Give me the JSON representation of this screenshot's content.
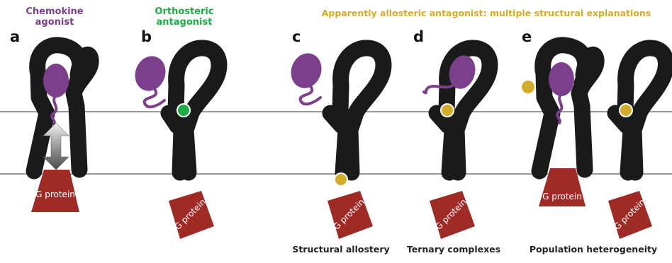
{
  "headers": {
    "agonist": "Chemokine agonist",
    "orthosteric": "Orthosteric antagonist",
    "allosteric": "Apparently allosteric antagonist: multiple structural explanations"
  },
  "panels": [
    "a",
    "b",
    "c",
    "d",
    "e"
  ],
  "captions": {
    "c": "Structural allostery",
    "d": "Ternary complexes",
    "e": "Population heterogeneity"
  },
  "g_protein_label": "G protein",
  "colors": {
    "receptor": "#1a1a1a",
    "chemokine": "#7b3f8c",
    "orthosteric_antagonist": "#1fab45",
    "allosteric_antagonist": "#d4ac2b",
    "g_protein": "#9e2b25",
    "membrane": "#9a9a9a",
    "header_agonist": "#7b3f8c",
    "header_orthosteric": "#1fab45",
    "header_allosteric": "#d4ac2b"
  },
  "icons": [
    "receptor-icon",
    "chemokine-icon",
    "antagonist-dot-icon",
    "g-protein-icon",
    "double-arrow-icon"
  ]
}
